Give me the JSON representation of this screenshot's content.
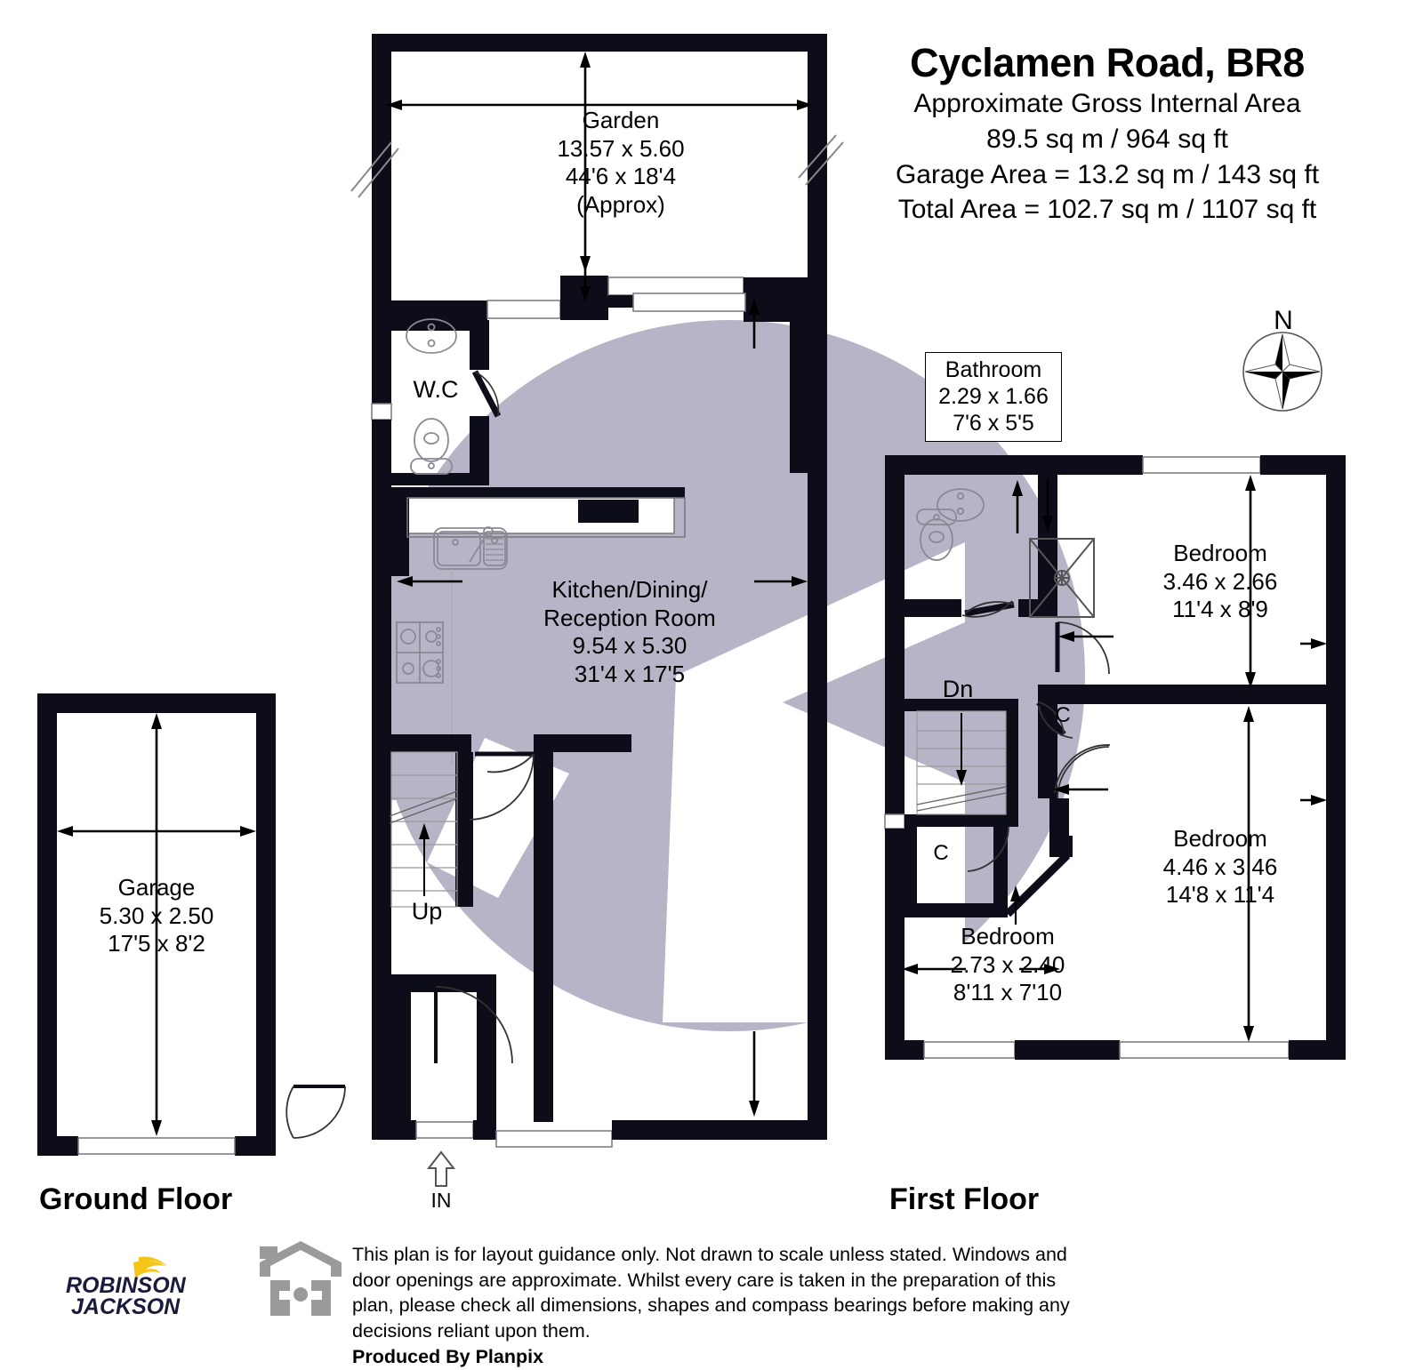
{
  "header": {
    "title": "Cyclamen Road, BR8",
    "area_lines": [
      "Approximate Gross Internal Area",
      "89.5 sq m / 964 sq ft",
      "Garage Area = 13.2 sq m / 143 sq ft",
      "Total Area = 102.7 sq m / 1107 sq ft"
    ]
  },
  "compass": {
    "north_label": "N",
    "icon": "compass-rose-icon"
  },
  "ground_floor": {
    "caption": "Ground Floor",
    "entrance": {
      "label": "IN",
      "icon": "entrance-arrow-icon"
    },
    "rooms": [
      {
        "name": "Garden",
        "dim_metric": "13.57 x 5.60",
        "dim_imperial": "44'6 x 18'4",
        "note": "(Approx)"
      },
      {
        "name": "Kitchen/Dining/",
        "name2": "Reception Room",
        "dim_metric": "9.54 x 5.30",
        "dim_imperial": "31'4 x 17'5"
      },
      {
        "name": "Garage",
        "dim_metric": "5.30 x 2.50",
        "dim_imperial": "17'5 x 8'2"
      }
    ],
    "wc_label": "W.C",
    "stairs_label": "Up"
  },
  "first_floor": {
    "caption": "First Floor",
    "bathroom": {
      "name": "Bathroom",
      "dim_metric": "2.29 x 1.66",
      "dim_imperial": "7'6 x 5'5"
    },
    "rooms": [
      {
        "name": "Bedroom",
        "dim_metric": "3.46 x 2.66",
        "dim_imperial": "11'4 x 8'9"
      },
      {
        "name": "Bedroom",
        "dim_metric": "4.46 x 3.46",
        "dim_imperial": "14'8 x 11'4"
      },
      {
        "name": "Bedroom",
        "dim_metric": "2.73 x 2.40",
        "dim_imperial": "8'11 x 7'10"
      }
    ],
    "stairs_label": "Dn",
    "cupboard_labels": [
      "C",
      "C"
    ]
  },
  "footer": {
    "disclaimer": "This plan is for layout guidance only. Not drawn to scale unless stated. Windows and door openings are approximate. Whilst every care is taken in the preparation of this plan, please check all dimensions, shapes and compass bearings before making any decisions reliant upon them.",
    "producer": "Produced By Planpix",
    "planpix_icon": "house-outline-icon"
  },
  "branding": {
    "agency_line1": "ROBINSON",
    "agency_line2": "JACKSON",
    "logo_icon": "swoosh-bird-icon"
  },
  "colors": {
    "wall": "#0d0d1a",
    "watermark": "#b6b4c6",
    "fixture_outline": "#8a8a96",
    "logo_navy": "#1a1a3c",
    "logo_yellow": "#f5c518",
    "planpix_grey": "#9a9a9a"
  }
}
